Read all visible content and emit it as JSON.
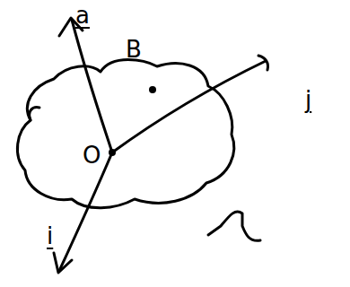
{
  "diagram": {
    "labels": [
      "a",
      "B",
      "O",
      "j",
      "i"
    ]
  }
}
